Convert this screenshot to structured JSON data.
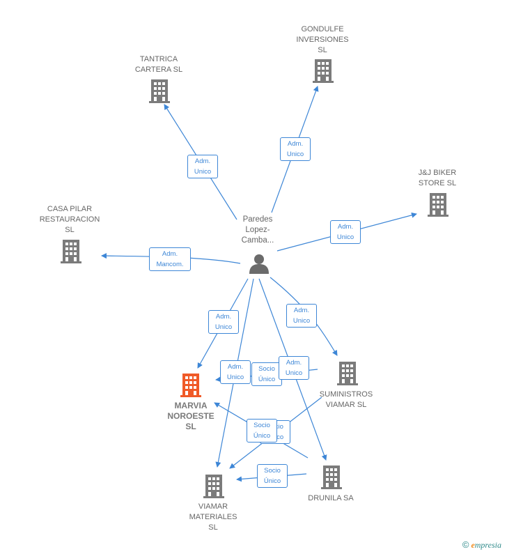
{
  "center": {
    "label": "Paredes\nLopez-\nCamba..."
  },
  "nodes": {
    "tantrica": "TANTRICA\nCARTERA  SL",
    "gondulfe": "GONDULFE\nINVERSIONES\nSL",
    "jj_biker": "J&J BIKER\nSTORE  SL",
    "casa_pilar": "CASA PILAR\nRESTAURACION\nSL",
    "marvia": "MARVIA\nNOROESTE\nSL",
    "suministros": "SUMINISTROS\nVIAMAR SL",
    "viamar": "VIAMAR\nMATERIALES\nSL",
    "drunila": "DRUNILA SA"
  },
  "edges": {
    "tantrica": "Adm.\nUnico",
    "gondulfe": "Adm.\nUnico",
    "jj_biker": "Adm.\nUnico",
    "casa_pilar": "Adm.\nMancom.",
    "marvia": "Adm.\nUnico",
    "suministros": "Adm.\nUnico",
    "viamar_adm": "Adm.\nUnico",
    "drunila_adm": "Adm.\nUnico",
    "sum_marvia": "Socio\nÚnico",
    "sum_viamar": "Socio\nÚnico",
    "drunila_marvia": "Socio\nÚnico",
    "drunila_viamar": "Socio\nÚnico"
  },
  "colors": {
    "edge": "#3d86d6",
    "building": "#7b7b7b",
    "highlight": "#f05a28"
  },
  "footer": {
    "copyright": "©",
    "brand_e": "e",
    "brand_rest": "mpresia"
  }
}
